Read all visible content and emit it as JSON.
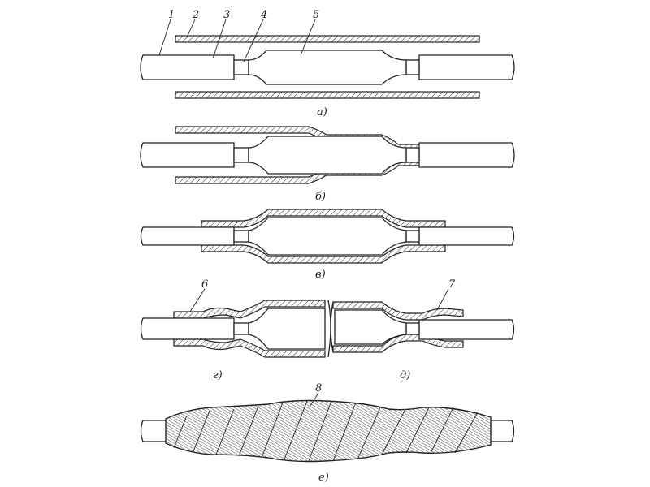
{
  "figure": {
    "panels": [
      {
        "id": "a",
        "caption": "а)"
      },
      {
        "id": "b",
        "caption": "б)"
      },
      {
        "id": "v",
        "caption": "в)"
      },
      {
        "id": "g",
        "caption": "г)"
      },
      {
        "id": "d",
        "caption": "д)"
      },
      {
        "id": "e",
        "caption": "е)"
      }
    ],
    "callouts": [
      "1",
      "2",
      "3",
      "4",
      "5",
      "6",
      "7",
      "8"
    ]
  }
}
